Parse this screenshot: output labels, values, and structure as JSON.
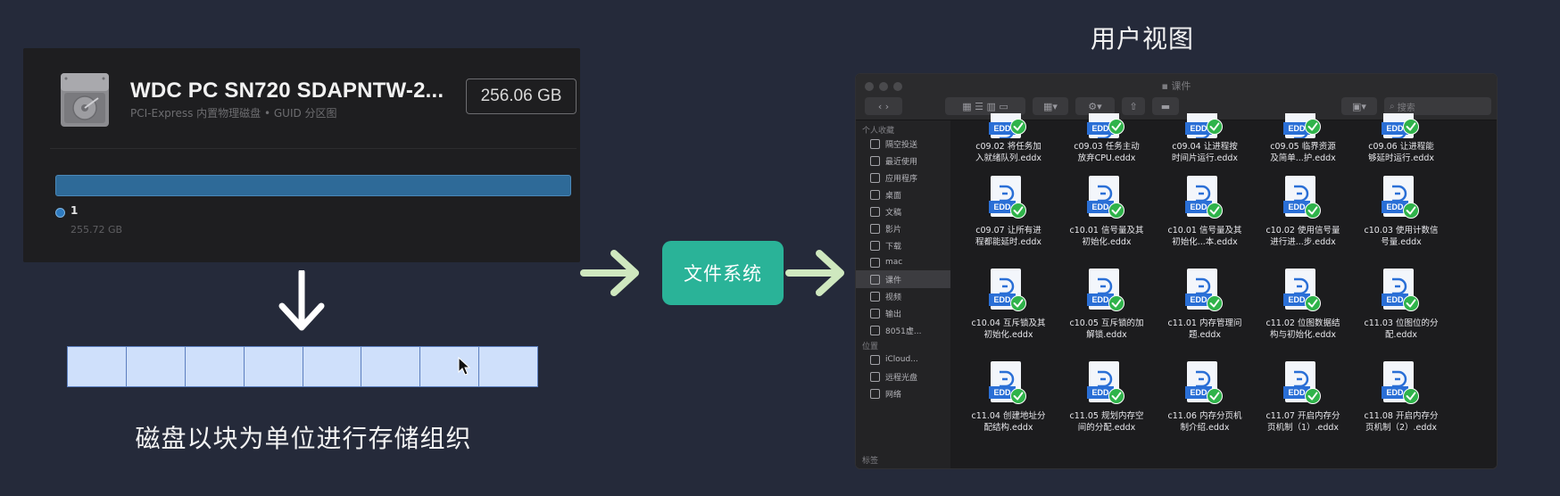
{
  "disk": {
    "name": "WDC PC SN720 SDAPNTW-2...",
    "subtitle": "PCI-Express 内置物理磁盘 • GUID 分区图",
    "size": "256.06 GB",
    "partition_name": "1",
    "partition_size": "255.72 GB",
    "partition_fill": 1.0,
    "icon": "hard-disk-icon"
  },
  "blocks": {
    "count": 8,
    "caption": "磁盘以块为单位进行存储组织"
  },
  "file_system_label": "文件系统",
  "user_view_title": "用户视图",
  "colors": {
    "background": "#252a3a",
    "arrow_green": "#cfe8bf",
    "fs_box": "#2ab398",
    "block_fill": "#cfe0fb",
    "partition_bar": "#2e6a98"
  },
  "finder": {
    "window_title": "课件",
    "search_placeholder": "搜索",
    "sidebar": {
      "favorites_heading": "个人收藏",
      "favorites": [
        {
          "label": "隔空投送",
          "icon": "airdrop-icon"
        },
        {
          "label": "最近使用",
          "icon": "clock-icon"
        },
        {
          "label": "应用程序",
          "icon": "applications-icon"
        },
        {
          "label": "桌面",
          "icon": "desktop-icon"
        },
        {
          "label": "文稿",
          "icon": "document-icon"
        },
        {
          "label": "影片",
          "icon": "film-icon"
        },
        {
          "label": "下载",
          "icon": "download-icon"
        },
        {
          "label": "mac",
          "icon": "home-icon"
        },
        {
          "label": "课件",
          "icon": "folder-icon",
          "active": true
        },
        {
          "label": "视频",
          "icon": "folder-icon"
        },
        {
          "label": "输出",
          "icon": "folder-icon"
        },
        {
          "label": "8051虚...",
          "icon": "folder-icon"
        }
      ],
      "locations_heading": "位置",
      "locations": [
        {
          "label": "iCloud...",
          "icon": "cloud-icon"
        },
        {
          "label": "远程光盘",
          "icon": "disc-icon"
        },
        {
          "label": "网络",
          "icon": "network-icon"
        }
      ],
      "tags_heading": "标签"
    },
    "file_tag": "EDD",
    "files": [
      "c09.02 将任务加\n入就绪队列.eddx",
      "c09.03 任务主动\n放弃CPU.eddx",
      "c09.04 让进程按\n时间片运行.eddx",
      "c09.05 临界资源\n及简单...护.eddx",
      "c09.06 让进程能\n够延时运行.eddx",
      "c09.07 让所有进\n程都能延时.eddx",
      "c10.01 信号量及其\n初始化.eddx",
      "c10.01 信号量及其\n初始化...本.eddx",
      "c10.02 使用信号量\n进行进...步.eddx",
      "c10.03 使用计数信\n号量.eddx",
      "c10.04 互斥锁及其\n初始化.eddx",
      "c10.05 互斥锁的加\n解锁.eddx",
      "c11.01 内存管理问\n题.eddx",
      "c11.02 位图数据结\n构与初始化.eddx",
      "c11.03 位图位的分\n配.eddx",
      "c11.04 创建地址分\n配结构.eddx",
      "c11.05 规划内存空\n间的分配.eddx",
      "c11.06 内存分页机\n制介绍.eddx",
      "c11.07 开启内存分\n页机制（1）.eddx",
      "c11.08 开启内存分\n页机制（2）.eddx"
    ]
  }
}
